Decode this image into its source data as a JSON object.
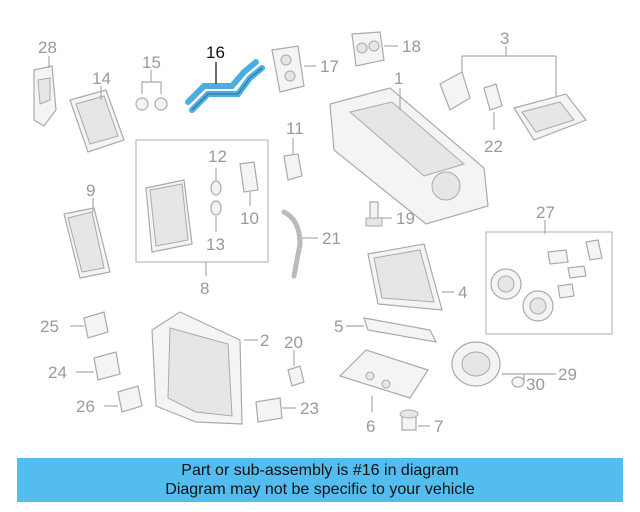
{
  "highlight_color": "#4aaee0",
  "banner_color": "#54bdf0",
  "banner": {
    "line1": "Part or sub-assembly is #16 in diagram",
    "line2": "Diagram may not be specific to your vehicle"
  },
  "callouts": {
    "c1": "1",
    "c2": "2",
    "c3": "3",
    "c4": "4",
    "c5": "5",
    "c6": "6",
    "c7": "7",
    "c8": "8",
    "c9": "9",
    "c10": "10",
    "c11": "11",
    "c12": "12",
    "c13": "13",
    "c14": "14",
    "c15": "15",
    "c16": "16",
    "c17": "17",
    "c18": "18",
    "c19": "19",
    "c20": "20",
    "c21": "21",
    "c22": "22",
    "c23": "23",
    "c24": "24",
    "c25": "25",
    "c26": "26",
    "c27": "27",
    "c28": "28",
    "c29": "29",
    "c30": "30"
  }
}
